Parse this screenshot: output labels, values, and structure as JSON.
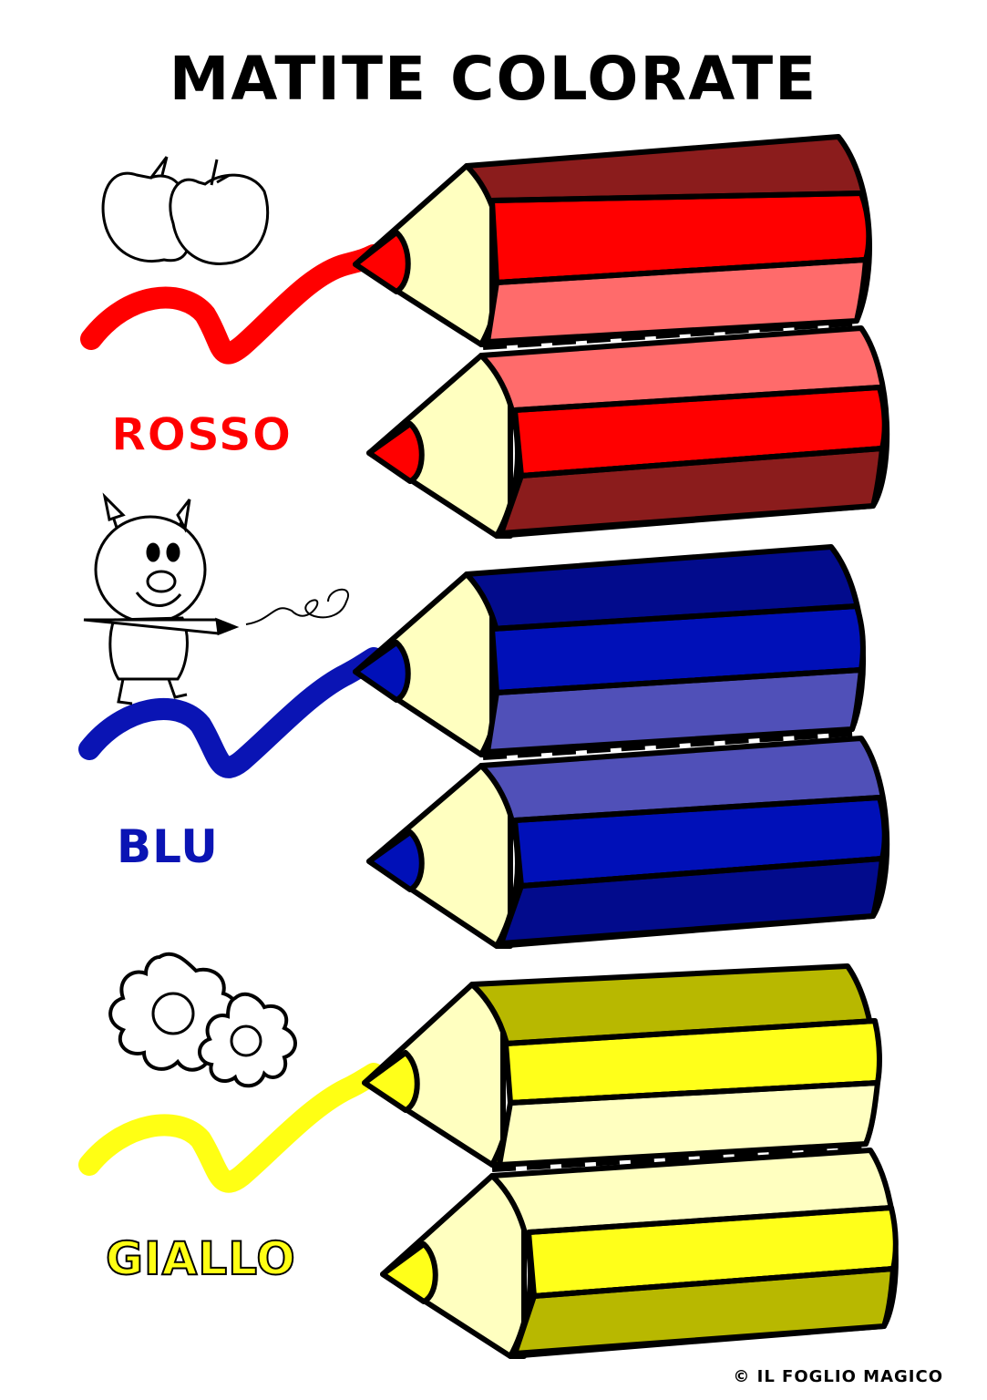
{
  "title": "MATITE COLORATE",
  "colors": [
    {
      "label": "ROSSO",
      "ink": "#ff0000",
      "stripe_dark": "#8b1c1c",
      "stripe_mid": "#ff0000",
      "stripe_light": "#ff6b6b",
      "drawing": "apples"
    },
    {
      "label": "BLU",
      "ink": "#0a14b4",
      "stripe_dark": "#020b8c",
      "stripe_mid": "#0010b8",
      "stripe_light": "#5050b8",
      "drawing": "pig-with-pencil"
    },
    {
      "label": "GIALLO",
      "ink": "#ffff14",
      "stripe_dark": "#b8b800",
      "stripe_mid": "#ffff1a",
      "stripe_light": "#ffffc0",
      "drawing": "flowers"
    }
  ],
  "wood_color": "#ffffc0",
  "copyright": "© IL FOGLIO MAGICO"
}
